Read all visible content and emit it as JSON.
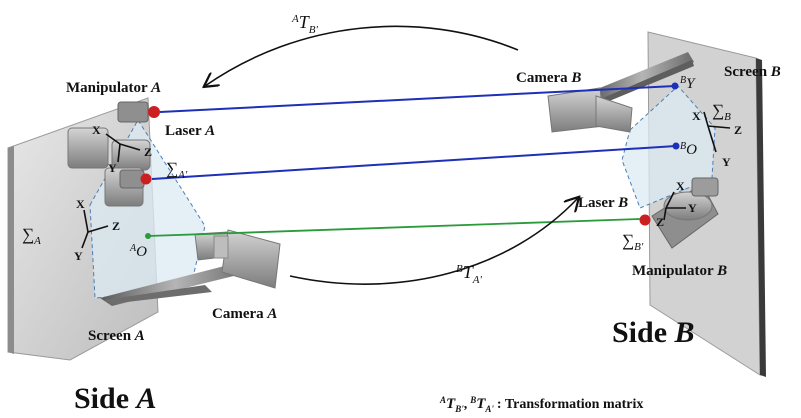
{
  "colors": {
    "blue_beam": "#1e2fb8",
    "green_beam": "#2a9a3a",
    "laser_red": "#cc2020",
    "screen_face": "#cfcfcf",
    "projection_fill": "#dbe9f3",
    "projection_edge": "#4a7fb5",
    "device_gray": "#9a9a9a"
  },
  "labels": {
    "manipulator_a_word": "Manipulator",
    "manipulator_a_var": "A",
    "laser_a_word": "Laser",
    "laser_a_var": "A",
    "screen_a_word": "Screen",
    "screen_a_var": "A",
    "camera_a_word": "Camera",
    "camera_a_var": "A",
    "camera_b_word": "Camera",
    "camera_b_var": "B",
    "screen_b_word": "Screen",
    "screen_b_var": "B",
    "laser_b_word": "Laser",
    "laser_b_var": "B",
    "manipulator_b_word": "Manipulator",
    "manipulator_b_var": "B",
    "side_a_word": "Side",
    "side_a_var": "A",
    "side_b_word": "Side",
    "side_b_var": "B"
  },
  "transforms": {
    "top_sup": "A",
    "top_base": "T",
    "top_sub": "B'",
    "bottom_sup": "B",
    "bottom_base": "T",
    "bottom_sub": "A'"
  },
  "frames": {
    "sigma": "∑",
    "sigma_a": "A",
    "sigma_a_prime": "A'",
    "sigma_b": "B",
    "sigma_b_prime": "B'",
    "origin_a_sup": "A",
    "origin_a": "O",
    "origin_b_sup": "B",
    "origin_b": "O",
    "y_point_b_sup": "B",
    "y_point_b": "Y"
  },
  "axes": {
    "x": "X",
    "y": "Y",
    "z": "Z"
  },
  "legend": {
    "t1_sup": "A",
    "t1": "T",
    "t1_sub": "B'",
    "sep": ",",
    "t2_sup": "B",
    "t2": "T",
    "t2_sub": "A'",
    "text": ": Transformation matrix"
  }
}
